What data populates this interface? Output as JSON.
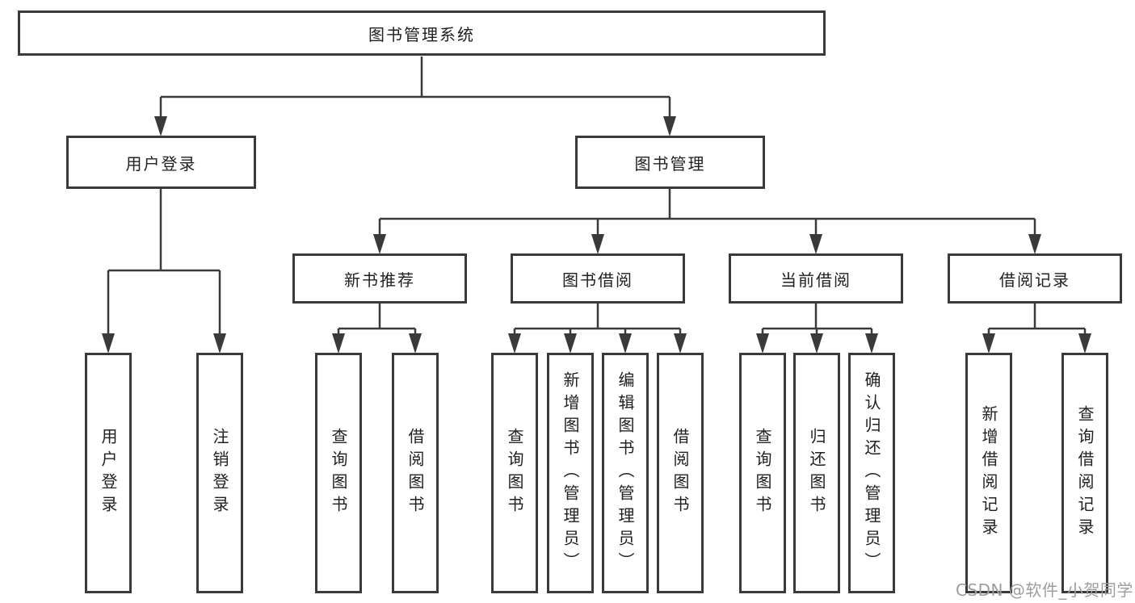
{
  "diagram": {
    "root": {
      "label": "图书管理系统"
    },
    "level2": [
      {
        "label": "用户登录"
      },
      {
        "label": "图书管理"
      }
    ],
    "level3": [
      {
        "label": "新书推荐",
        "parent": "图书管理"
      },
      {
        "label": "图书借阅",
        "parent": "图书管理"
      },
      {
        "label": "当前借阅",
        "parent": "图书管理"
      },
      {
        "label": "借阅记录",
        "parent": "图书管理"
      }
    ],
    "leaves": [
      {
        "label": "用户登录",
        "parent": "用户登录"
      },
      {
        "label": "注销登录",
        "parent": "用户登录"
      },
      {
        "label": "查询图书",
        "parent": "新书推荐"
      },
      {
        "label": "借阅图书",
        "parent": "新书推荐"
      },
      {
        "label": "查询图书",
        "parent": "图书借阅"
      },
      {
        "label": "新增图书（管理员）",
        "parent": "图书借阅"
      },
      {
        "label": "编辑图书（管理员）",
        "parent": "图书借阅"
      },
      {
        "label": "借阅图书",
        "parent": "图书借阅"
      },
      {
        "label": "查询图书",
        "parent": "当前借阅"
      },
      {
        "label": "归还图书",
        "parent": "当前借阅"
      },
      {
        "label": "确认归还（管理员）",
        "parent": "当前借阅"
      },
      {
        "label": "新增借阅记录",
        "parent": "借阅记录"
      },
      {
        "label": "查询借阅记录",
        "parent": "借阅记录"
      }
    ]
  },
  "watermark": {
    "text": "CSDN @软件_小贺同学"
  },
  "colors": {
    "background": "#ffffff",
    "line": "#3a3a3a",
    "box_border": "#3a3a3a",
    "text": "#212121",
    "watermark": "#9d9d9d"
  }
}
